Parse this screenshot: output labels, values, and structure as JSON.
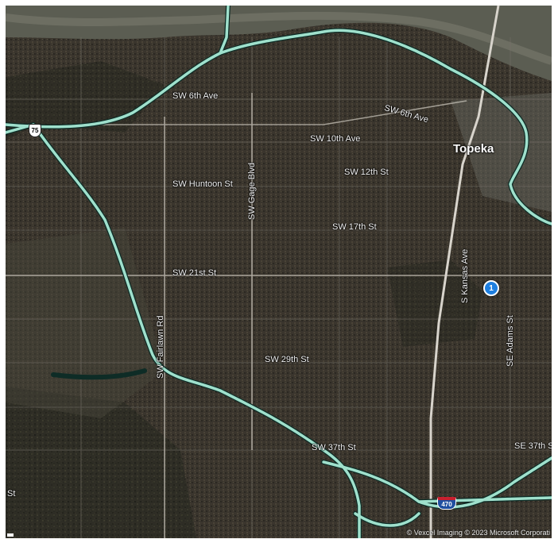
{
  "map": {
    "city": "Topeka",
    "streets": [
      "SW 6th Ave",
      "SW 6th Ave",
      "SW 10th Ave",
      "SW 12th St",
      "SW Huntoon St",
      "SW Gage Blvd",
      "SW 17th St",
      "SW 21st St",
      "S Kansas Ave",
      "SE Adams St",
      "SW Fairlawn Rd",
      "SW 29th St",
      "SW 37th St",
      "SE 37th S",
      "St"
    ],
    "route_shields": [
      {
        "type": "us",
        "number": "75"
      },
      {
        "type": "interstate",
        "number": "470"
      }
    ],
    "marker_label": "1",
    "copyright": "© Vexcel Imaging © 2023 Microsoft Corporati",
    "colors": {
      "highway": "#9fe0cc",
      "river": "#6b6e62",
      "marker": "#1e7fe0",
      "terrain": "#34302a"
    }
  }
}
